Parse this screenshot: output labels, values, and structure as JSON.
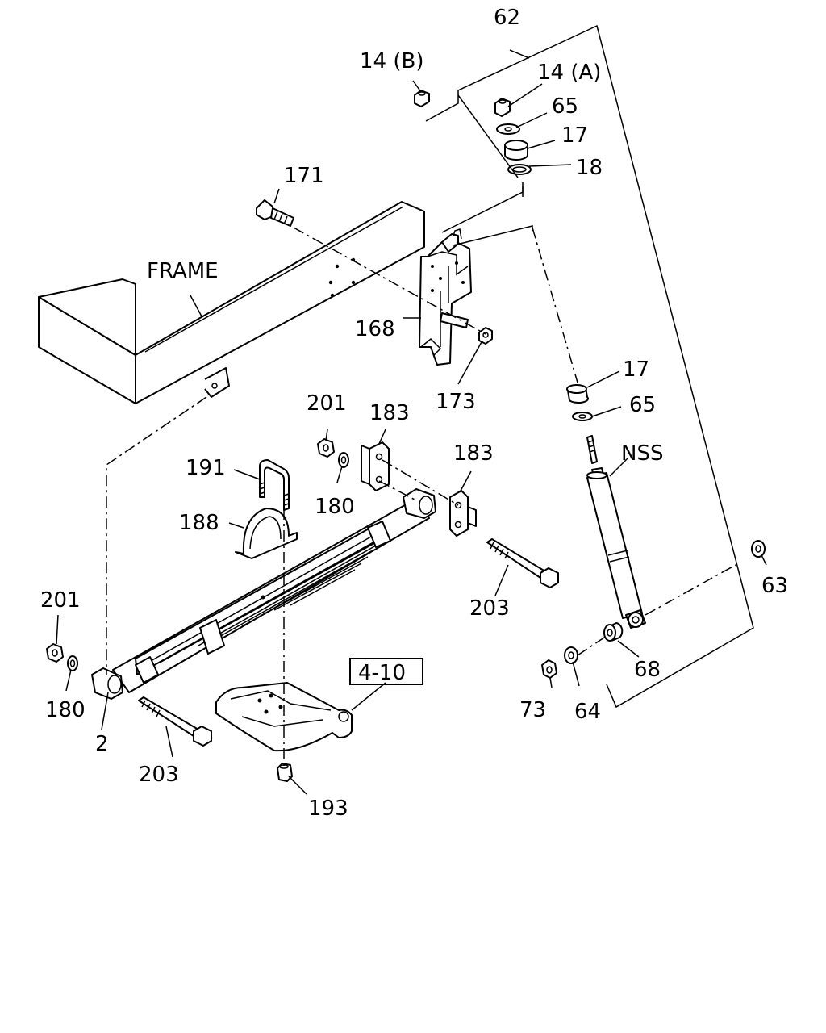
{
  "labels": {
    "frame": "FRAME",
    "p2": "2",
    "p14a": "14 (A)",
    "p14b": "14 (B)",
    "p17_top": "17",
    "p17_mid": "17",
    "p18": "18",
    "p62": "62",
    "p63": "63",
    "p64": "64",
    "p65_top": "65",
    "p65_mid": "65",
    "p68": "68",
    "p73": "73",
    "p168": "168",
    "p171": "171",
    "p173": "173",
    "p180_left": "180",
    "p180_mid": "180",
    "p183_left": "183",
    "p183_right": "183",
    "p188": "188",
    "p191": "191",
    "p193": "193",
    "p201_left": "201",
    "p201_mid": "201",
    "p203_left": "203",
    "p203_right": "203",
    "nss": "NSS",
    "ref_4_10": "4-10"
  }
}
